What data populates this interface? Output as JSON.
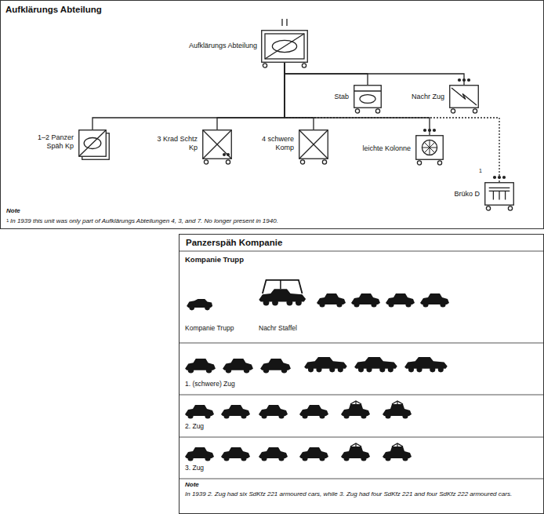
{
  "diagram": {
    "nodes": [
      {
        "text": [
          "Aufklärungs Abteilung"
        ]
      },
      {
        "text": [
          "Aufklärungs Abteilung"
        ],
        "in": 0
      },
      {
        "text": [
          "Stab"
        ],
        "in": 0
      },
      {
        "text": [
          "Nachr Zug"
        ],
        "in": 0
      },
      {
        "text": [
          "1–2 Panzer Späh Kp"
        ],
        "in": 0
      },
      {
        "text": [
          "3 Krad Schtz Kp"
        ],
        "in": 0
      },
      {
        "text": [
          "4 schwere Komp"
        ],
        "in": 0
      },
      {
        "text": [
          "leichte Kolonne"
        ],
        "in": 0
      },
      {
        "text": [
          "Brüko D"
        ],
        "in": 0
      },
      {
        "text": [
          "Panzerspäh Kompanie"
        ]
      }
    ],
    "edges": [
      {
        "from": 1,
        "to": 2,
        "arrow": "none"
      },
      {
        "from": 1,
        "to": 3,
        "arrow": "none"
      },
      {
        "from": 1,
        "to": 4,
        "arrow": "none"
      },
      {
        "from": 1,
        "to": 5,
        "arrow": "none"
      },
      {
        "from": 1,
        "to": 6,
        "arrow": "none"
      },
      {
        "from": 1,
        "to": 7,
        "arrow": "none"
      },
      {
        "from": 1,
        "to": 8,
        "arrow": "none"
      }
    ],
    "labels": [
      "1",
      "Note",
      "1",
      "In 1939 this unit was only part of Aufklärungs Abteilungen 4, 3, and 7. No longer present in 1940.",
      "Kompanie Trupp",
      "Kompanie Trupp",
      "Nachr Staffel",
      "1. (schwere) Zug",
      "2. Zug",
      "3. Zug",
      "Note",
      "In 1939 2. Zug had six SdKfz 221 armoured cars, while 3. Zug had four SdKfz 221 and four SdKfz 222 armoured cars."
    ]
  }
}
